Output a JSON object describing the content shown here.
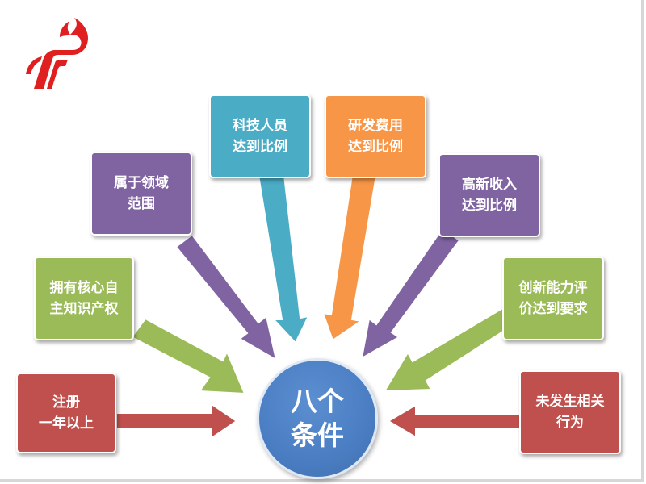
{
  "center": {
    "line1": "八个",
    "line2": "条件"
  },
  "conditions": [
    {
      "id": "registered",
      "line1": "注册",
      "line2": "一年以上",
      "color": "#c0504d"
    },
    {
      "id": "ip",
      "line1": "拥有核心自",
      "line2": "主知识产权",
      "color": "#9bbb59"
    },
    {
      "id": "domain",
      "line1": "属于领域",
      "line2": "范围",
      "color": "#8064a2"
    },
    {
      "id": "staff",
      "line1": "科技人员",
      "line2": "达到比例",
      "color": "#4bacc6"
    },
    {
      "id": "rd",
      "line1": "研发费用",
      "line2": "达到比例",
      "color": "#f79646"
    },
    {
      "id": "income",
      "line1": "高新收入",
      "line2": "达到比例",
      "color": "#8064a2"
    },
    {
      "id": "innovation",
      "line1": "创新能力评",
      "line2": "价达到要求",
      "color": "#9bbb59"
    },
    {
      "id": "no-violation",
      "line1": "未发生相关",
      "line2": "行为",
      "color": "#c0504d"
    }
  ],
  "logo": {
    "icon": "flame-logo",
    "color": "#e02020"
  }
}
